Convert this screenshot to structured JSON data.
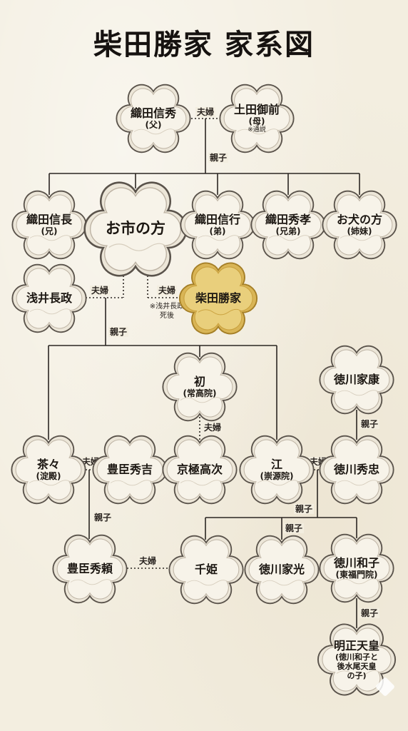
{
  "title": "柴田勝家 家系図",
  "nodes": {
    "nobuhide": {
      "name": "織田信秀",
      "sub": "(父)"
    },
    "tsuchida": {
      "name": "土田御前",
      "sub": "(母)",
      "note": "※通説"
    },
    "nobunaga": {
      "name": "織田信長",
      "sub": "(兄)"
    },
    "oichi": {
      "name": "お市の方"
    },
    "nobuyuki": {
      "name": "織田信行",
      "sub": "(弟)"
    },
    "hidetaka": {
      "name": "織田秀孝",
      "sub": "(兄弟)"
    },
    "oinu": {
      "name": "お犬の方",
      "sub": "(姉妹)"
    },
    "nagamasa": {
      "name": "浅井長政"
    },
    "katsuie": {
      "name": "柴田勝家"
    },
    "hatsu": {
      "name": "初",
      "sub": "(常高院)"
    },
    "ieyasu": {
      "name": "徳川家康"
    },
    "chacha": {
      "name": "茶々",
      "sub": "(淀殿)"
    },
    "hideyoshi": {
      "name": "豊臣秀吉"
    },
    "takatsugu": {
      "name": "京極高次"
    },
    "go": {
      "name": "江",
      "sub": "(崇源院)"
    },
    "hidetada": {
      "name": "徳川秀忠"
    },
    "hideyori": {
      "name": "豊臣秀頼"
    },
    "senhime": {
      "name": "千姫"
    },
    "iemitsu": {
      "name": "徳川家光"
    },
    "kazuko": {
      "name": "徳川和子",
      "sub": "(東福門院)"
    },
    "meisho": {
      "name": "明正天皇",
      "sub1": "(徳川和子と",
      "sub2": "後水尾天皇",
      "sub3": "の子)"
    }
  },
  "labels": {
    "couple": "夫婦",
    "parent_child": "親子",
    "katsuie_note_1": "※浅井長政",
    "katsuie_note_2": "死後"
  },
  "colors": {
    "background": "#f3eee0",
    "node_fill": "#f7f3e9",
    "node_ring": "#5a534b",
    "gold": "#c9a03d",
    "line": "#2b2622"
  }
}
